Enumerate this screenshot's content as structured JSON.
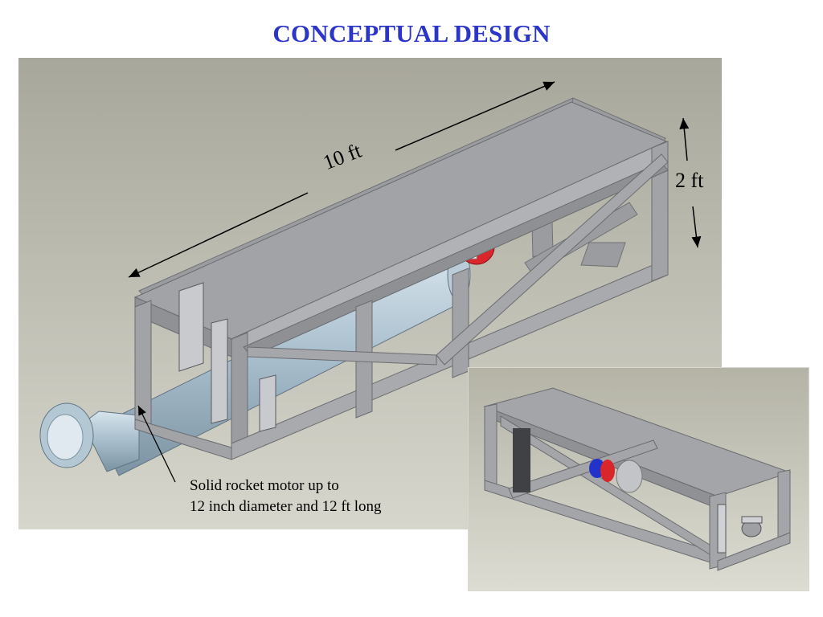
{
  "title": "CONCEPTUAL DESIGN",
  "dimensions": {
    "length": "10 ft",
    "height": "2 ft"
  },
  "caption": {
    "line1": "Solid rocket motor up to",
    "line2": "12 inch diameter and 12 ft long"
  },
  "colors": {
    "title": "#2b35c8",
    "frame": "#9a9ca0",
    "motor": "#a9bfcc",
    "nozzle_fitting": "#d8262a",
    "actuator": "#2233cc"
  }
}
